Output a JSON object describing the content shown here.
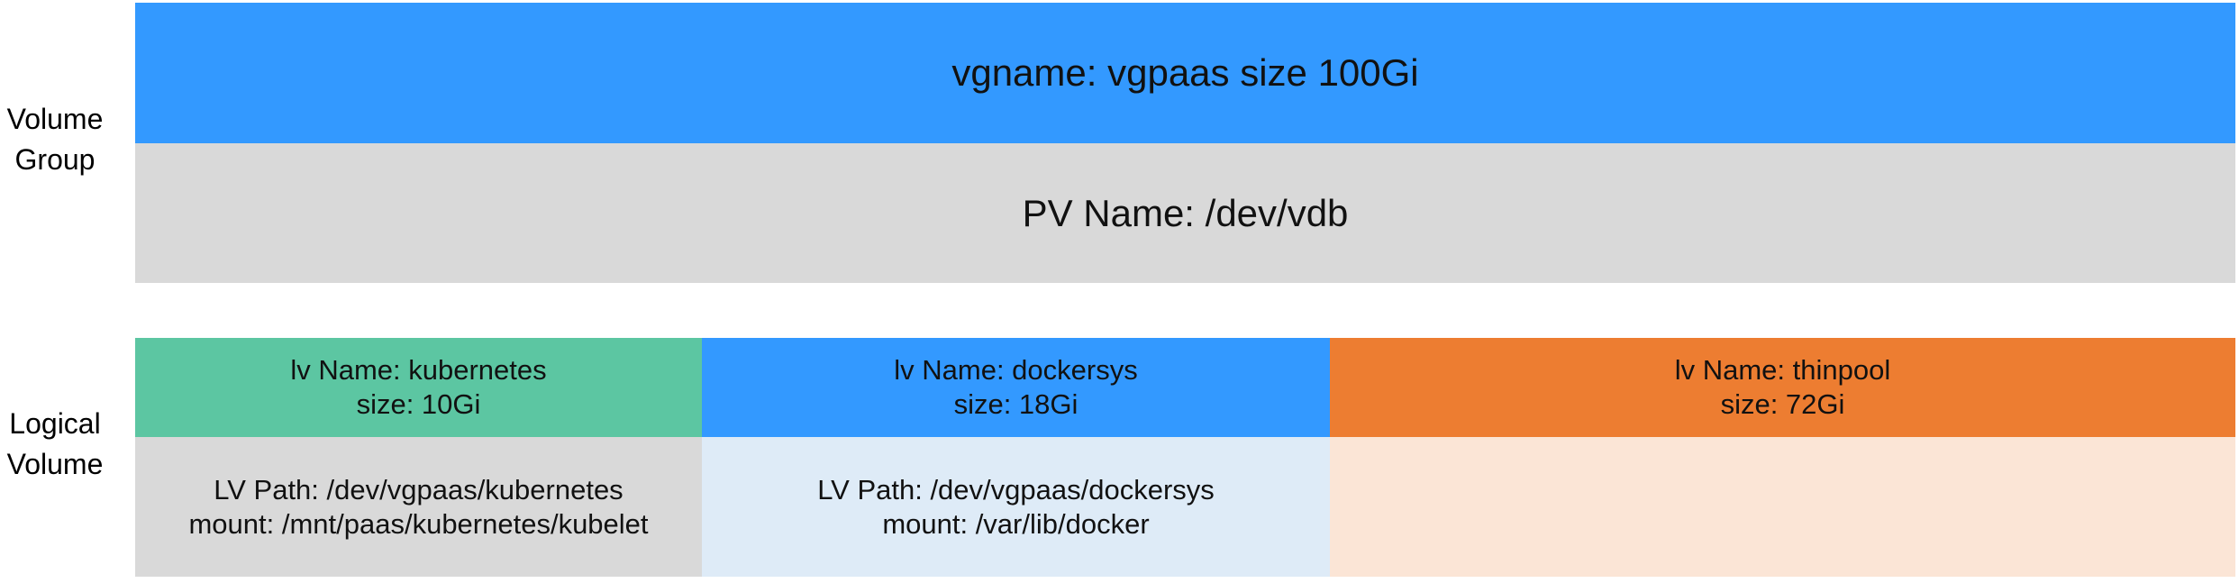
{
  "volume_group": {
    "label_line1": "Volume",
    "label_line2": "Group",
    "vg_text": "vgname: vgpaas size 100Gi",
    "pv_text": "PV Name: /dev/vdb"
  },
  "logical_volume": {
    "label_line1": "Logical",
    "label_line2": "Volume",
    "volumes": [
      {
        "name_line": "lv Name: kubernetes",
        "size_line": "size: 10Gi",
        "path_line": "LV Path: /dev/vgpaas/kubernetes",
        "mount_line": "mount: /mnt/paas/kubernetes/kubelet"
      },
      {
        "name_line": "lv Name: dockersys",
        "size_line": "size: 18Gi",
        "path_line": "LV Path: /dev/vgpaas/dockersys",
        "mount_line": "mount: /var/lib/docker"
      },
      {
        "name_line": "lv Name: thinpool",
        "size_line": "size: 72Gi",
        "path_line": "",
        "mount_line": ""
      }
    ]
  },
  "colors": {
    "vg_blue": "#3399FF",
    "pv_gray": "#D9D9D9",
    "lv_green": "#5CC6A2",
    "lv_blue": "#3399FF",
    "lv_orange": "#ED7D31",
    "detail_gray": "#D9D9D9",
    "detail_lightblue": "#DEEBF7",
    "detail_peach": "#FBE5D6"
  }
}
